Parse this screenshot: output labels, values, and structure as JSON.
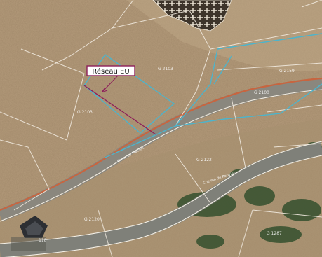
{
  "annotation": {
    "label": "Réseau EU",
    "line_color": "#8d1f5a"
  },
  "parcels": [
    {
      "id": "parcel-a",
      "label": "G 2103"
    },
    {
      "id": "parcel-b",
      "label": "G 2103"
    },
    {
      "id": "parcel-c",
      "label": "G 2159"
    },
    {
      "id": "parcel-d",
      "label": "G 2100"
    },
    {
      "id": "parcel-e",
      "label": "G 2122"
    },
    {
      "id": "parcel-f",
      "label": "G 2120"
    },
    {
      "id": "parcel-g",
      "label": "G 1287"
    },
    {
      "id": "parcel-h",
      "label": "118"
    }
  ],
  "roads": [
    {
      "id": "road-upper-label",
      "label": "Route de Pressac"
    },
    {
      "id": "road-lower-label",
      "label": "Chemin de Rouvier"
    }
  ],
  "colors": {
    "terrain": "#b59c7c",
    "terrain_dark": "#9c8466",
    "road": "#86857d",
    "parcel_line": "#f2ece2",
    "network_line": "#4ab0c8",
    "red_line": "#c9603f",
    "vegetation": "#2f4a2b"
  }
}
